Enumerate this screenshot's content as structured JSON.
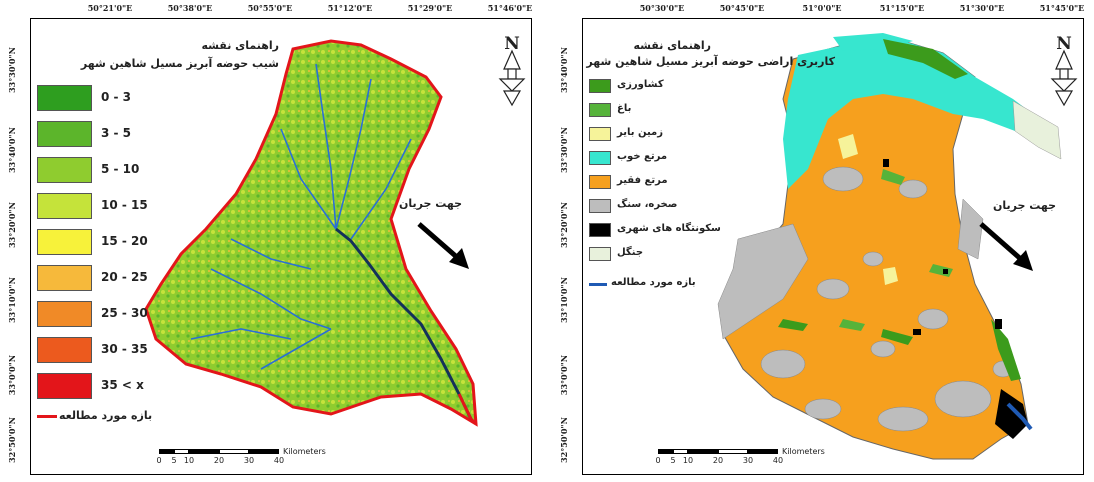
{
  "left_map": {
    "top_coords": [
      "50°21'0\"E",
      "50°38'0\"E",
      "50°55'0\"E",
      "51°12'0\"E",
      "51°29'0\"E",
      "51°46'0\"E"
    ],
    "side_coords": [
      "33°30'0\"N",
      "33°40'0\"N",
      "33°20'0\"N",
      "33°10'0\"N",
      "33°0'0\"N",
      "32°50'0\"N"
    ],
    "legend_title": "راهنمای نقشه",
    "legend_subtitle": "شیب حوضه آبریز مسیل شاهین شهر",
    "classes": [
      {
        "label": "0 - 3",
        "color": "#2e9e1f"
      },
      {
        "label": "3 - 5",
        "color": "#5cb52b"
      },
      {
        "label": "5 - 10",
        "color": "#8fcc2f"
      },
      {
        "label": "10 - 15",
        "color": "#c5e33a"
      },
      {
        "label": "15 - 20",
        "color": "#f7f23a"
      },
      {
        "label": "20 - 25",
        "color": "#f6b93b"
      },
      {
        "label": "25 - 30",
        "color": "#f08a27"
      },
      {
        "label": "30 - 35",
        "color": "#ec5a1e"
      },
      {
        "label": "35 < x",
        "color": "#e3151a"
      }
    ],
    "reach_label": "بازه مورد مطالعه",
    "reach_color": "#e3151a",
    "flow_label": "جهت جریان",
    "north_label": "N",
    "scale_labels": [
      "0",
      "5",
      "10",
      "20",
      "30",
      "40"
    ],
    "scale_unit": "Kilometers"
  },
  "right_map": {
    "top_coords": [
      "50°30'0\"E",
      "50°45'0\"E",
      "51°0'0\"E",
      "51°15'0\"E",
      "51°30'0\"E",
      "51°45'0\"E"
    ],
    "side_coords": [
      "33°40'0\"N",
      "33°30'0\"N",
      "33°20'0\"N",
      "33°10'0\"N",
      "33°0'0\"N",
      "32°50'0\"N"
    ],
    "legend_title": "راهنمای نقشه",
    "legend_subtitle": "کاربری اراضی حوضه آبریز مسیل شاهین شهر",
    "classes": [
      {
        "label": "کشاورزی",
        "color": "#3c9b1c"
      },
      {
        "label": "باغ",
        "color": "#56b33a"
      },
      {
        "label": "زمین بایر",
        "color": "#f6f39a"
      },
      {
        "label": "مرتع خوب",
        "color": "#37e6cf"
      },
      {
        "label": "مرتع فقیر",
        "color": "#f6a01e"
      },
      {
        "label": "صخره، سنگ",
        "color": "#bdbdbd"
      },
      {
        "label": "سکونتگاه های شهری",
        "color": "#000000"
      },
      {
        "label": "جنگل",
        "color": "#e8f1dc"
      }
    ],
    "reach_label": "بازه مورد مطالعه",
    "reach_color": "#1f5ab4",
    "flow_label": "جهت جریان",
    "north_label": "N",
    "scale_labels": [
      "0",
      "5",
      "10",
      "20",
      "30",
      "40"
    ],
    "scale_unit": "Kilometers"
  }
}
